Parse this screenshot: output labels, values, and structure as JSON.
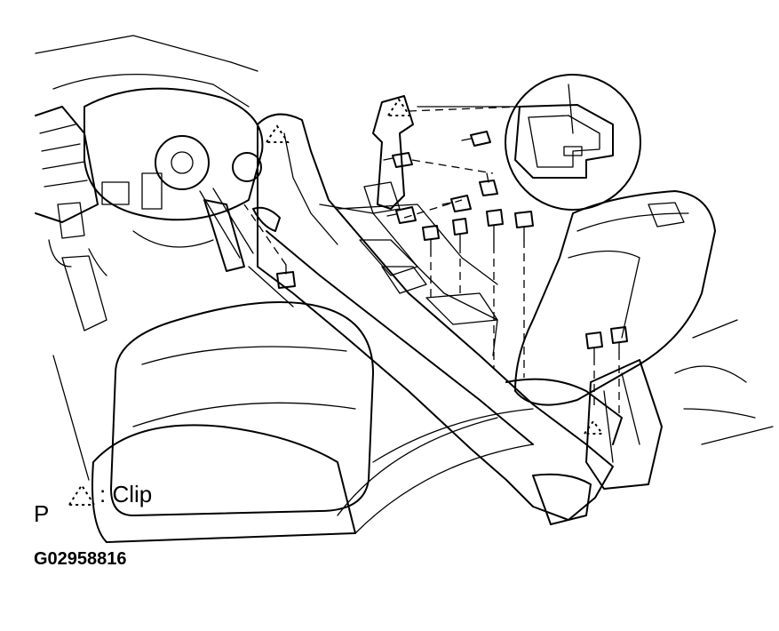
{
  "legend": {
    "view_letter": "P",
    "clip_symbol": "dotted-triangle-icon",
    "clip_label": ": Clip"
  },
  "figure_code": "G02958816",
  "colors": {
    "line": "#000000",
    "background": "#ffffff"
  }
}
